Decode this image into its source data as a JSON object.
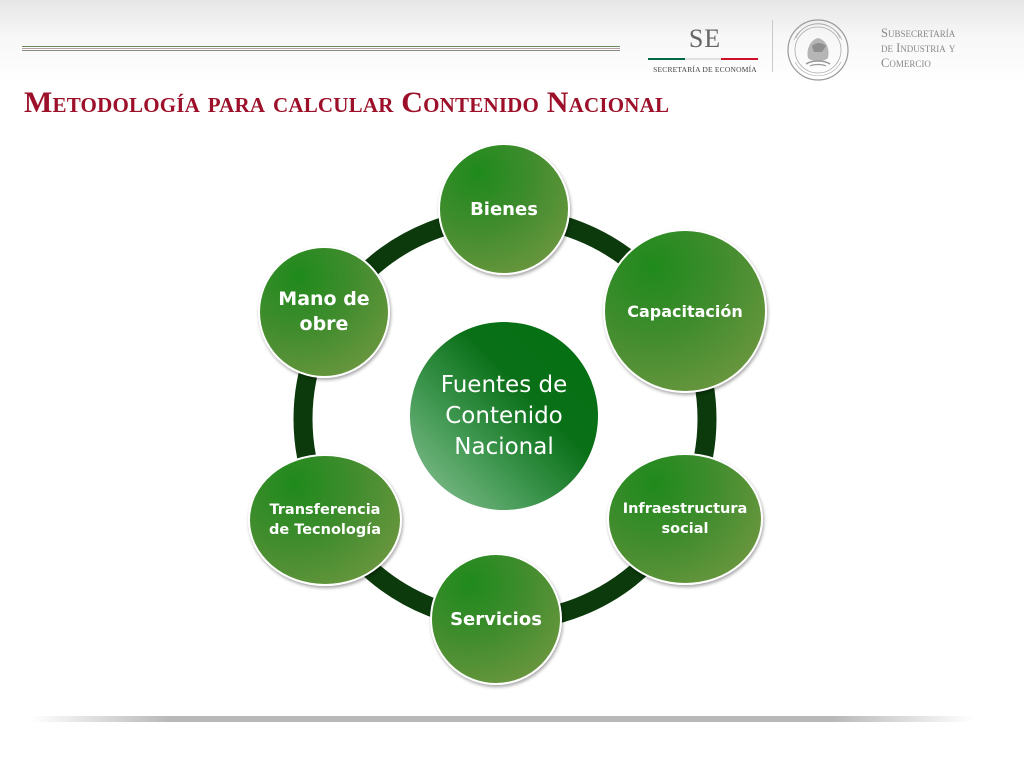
{
  "header": {
    "logo_letters": "SE",
    "logo_subtitle": "SECRETARÍA DE ECONOMÍA",
    "subsecretaria": [
      "Subsecretaría",
      "de Industria y",
      "Comercio"
    ],
    "seal_icon": "mexico-coat-of-arms-icon",
    "flag_colors": [
      "#006847",
      "#ffffff",
      "#ce1126"
    ]
  },
  "title": "Metodología para calcular Contenido Nacional",
  "diagram": {
    "center": [
      "Fuentes de",
      "Contenido",
      "Nacional"
    ],
    "nodes": [
      {
        "lines": [
          "Bienes"
        ]
      },
      {
        "lines": [
          "Capacitación"
        ]
      },
      {
        "lines": [
          "Infraestructura",
          "social"
        ]
      },
      {
        "lines": [
          "Servicios"
        ]
      },
      {
        "lines": [
          "Transferencia",
          "de Tecnología"
        ]
      },
      {
        "lines": [
          "Mano de",
          "obre"
        ]
      }
    ]
  },
  "colors": {
    "title": "#9c1029",
    "ring": "#0c3a0c",
    "node_green": "#3f8c2d"
  }
}
